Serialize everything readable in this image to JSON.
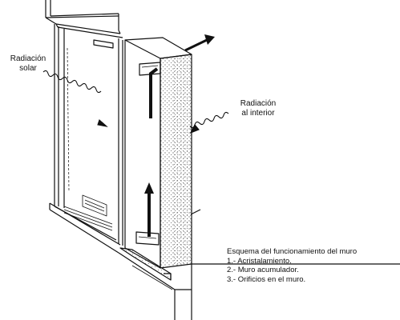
{
  "labels": {
    "solar": [
      "Radiación",
      "solar"
    ],
    "interior": [
      "Radiación",
      "al interior"
    ]
  },
  "legend": {
    "title": "Esquema del funcionamiento del muro",
    "items": [
      "1.- Acristalamiento.",
      "2.- Muro acumulador.",
      "3.- Orificios en el muro."
    ]
  },
  "colors": {
    "ink": "#111111",
    "paper": "#ffffff",
    "stipple": "#444444"
  }
}
